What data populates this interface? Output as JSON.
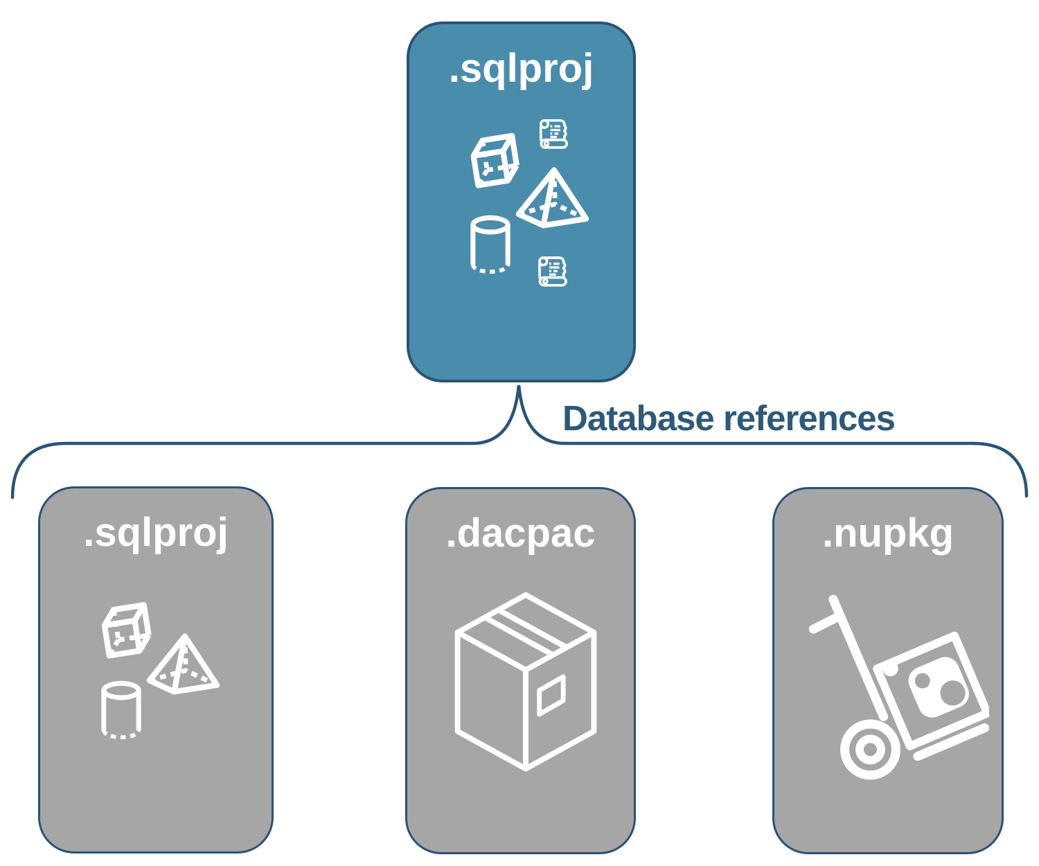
{
  "diagram": {
    "root": {
      "title": ".sqlproj",
      "icons": [
        "cube-icon",
        "scroll-icon",
        "pyramid-icon",
        "cylinder-icon",
        "scroll-icon"
      ]
    },
    "connector_label": "Database references",
    "children": [
      {
        "title": ".sqlproj",
        "icons": [
          "cube-icon",
          "pyramid-icon",
          "cylinder-icon"
        ]
      },
      {
        "title": ".dacpac",
        "icons": [
          "package-box-icon"
        ]
      },
      {
        "title": ".nupkg",
        "icons": [
          "nuget-handcart-icon"
        ]
      }
    ],
    "colors": {
      "root_fill": "#4A8CAC",
      "child_fill": "#A6A6A6",
      "outline": "#2A5376",
      "label_text": "#2E5977",
      "icon_color": "#FFFFFF",
      "background": "#FFFFFF"
    }
  }
}
